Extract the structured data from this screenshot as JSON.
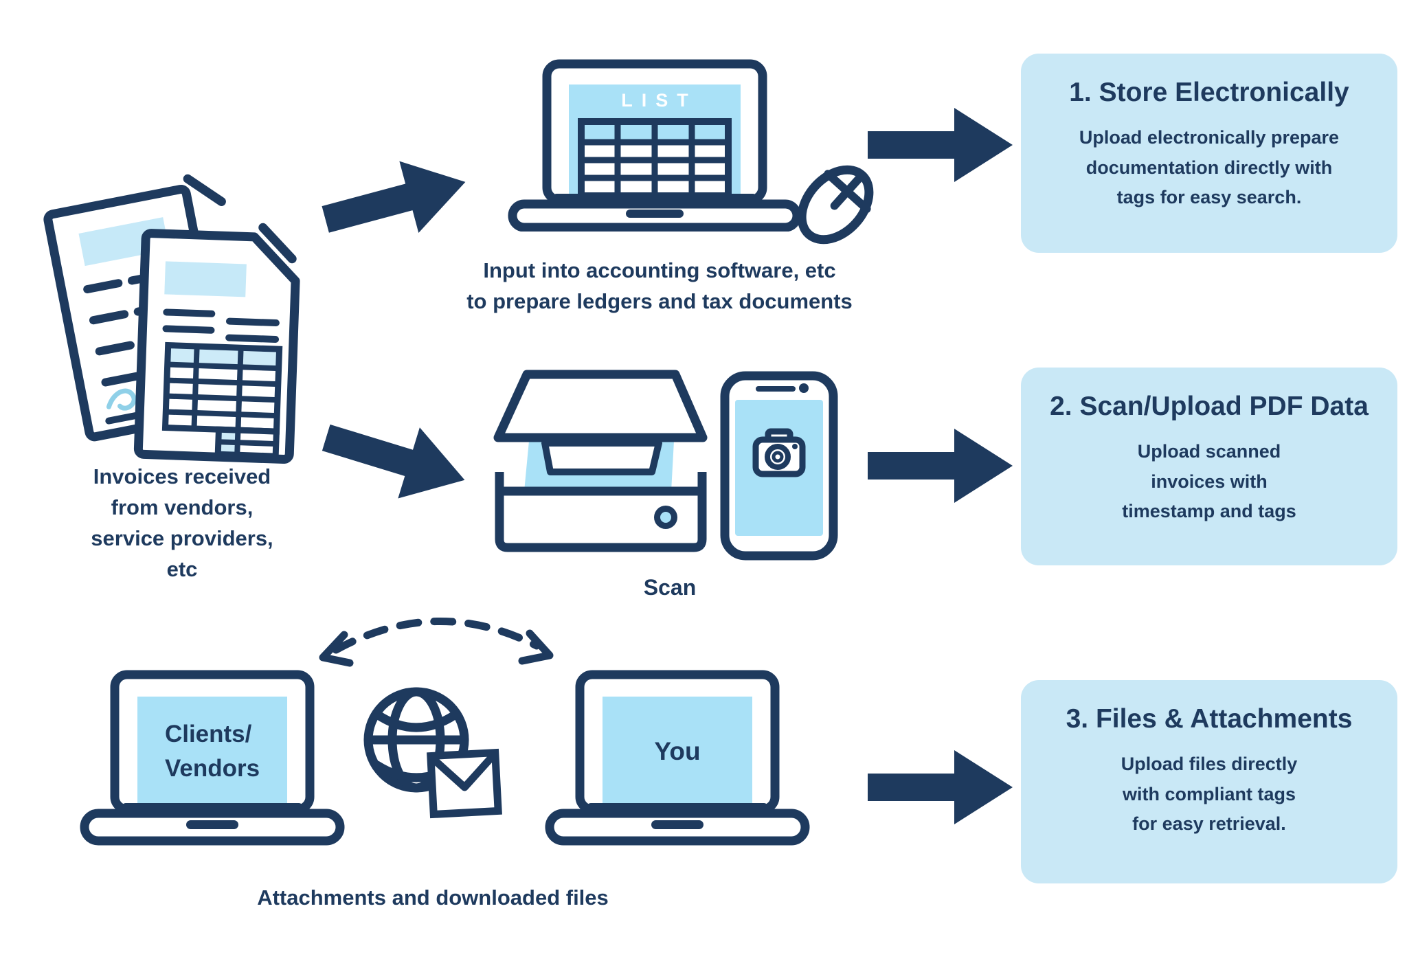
{
  "palette": {
    "navy": "#1e3a5e",
    "light_blue": "#a9e1f7",
    "panel_blue": "#c9e8f6",
    "doc_bar_blue": "#c6e9f8",
    "signature_blue": "#8fd0e8",
    "white": "#ffffff"
  },
  "source_documents": {
    "caption_lines": [
      "Invoices received",
      "from vendors,",
      "service providers,",
      "etc"
    ]
  },
  "step1": {
    "screen_label": "LIST",
    "caption_lines": [
      "Input into accounting software, etc",
      "to prepare ledgers and tax documents"
    ],
    "box": {
      "title": "1. Store Electronically",
      "body_lines": [
        "Upload electronically prepare",
        "documentation directly with",
        "tags for easy search."
      ]
    }
  },
  "step2": {
    "caption": "Scan",
    "box": {
      "title": "2. Scan/Upload PDF Data",
      "body_lines": [
        "Upload scanned",
        "invoices with",
        "timestamp and tags"
      ]
    }
  },
  "step3": {
    "left_laptop_lines": [
      "Clients/",
      "Vendors"
    ],
    "right_laptop_label": "You",
    "caption": "Attachments and downloaded files",
    "box": {
      "title": "3. Files & Attachments",
      "body_lines": [
        "Upload files directly",
        "with compliant tags",
        "for easy retrieval."
      ]
    }
  }
}
